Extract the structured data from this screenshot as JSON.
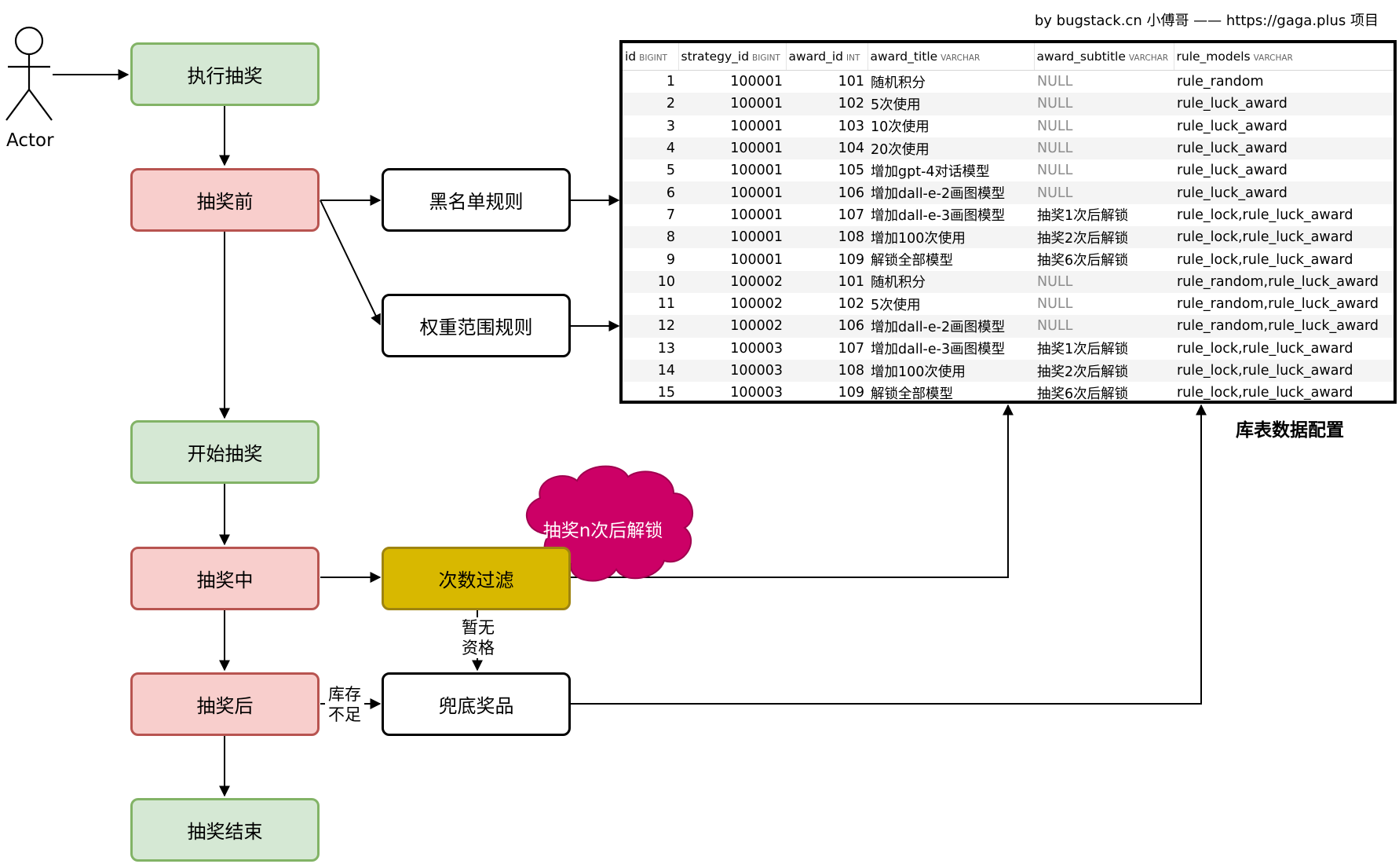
{
  "credit": "by bugstack.cn 小傅哥 —— https://gaga.plus 项目",
  "actor": {
    "label": "Actor"
  },
  "flow": {
    "execute": "执行抽奖",
    "before": "抽奖前",
    "start": "开始抽奖",
    "during": "抽奖中",
    "after": "抽奖后",
    "end": "抽奖结束"
  },
  "rules": {
    "blacklist": "黑名单规则",
    "weight_range": "权重范围规则",
    "count_filter": "次数过滤",
    "fallback_prize": "兜底奖品"
  },
  "cloud": {
    "label": "抽奖n次后解锁"
  },
  "edge_labels": {
    "no_qualification": [
      "暂无",
      "资格"
    ],
    "out_of_stock": [
      "库存",
      "不足"
    ]
  },
  "table": {
    "caption": "库表数据配置",
    "columns": [
      {
        "name": "id",
        "type": "BIGINT"
      },
      {
        "name": "strategy_id",
        "type": "BIGINT"
      },
      {
        "name": "award_id",
        "type": "INT"
      },
      {
        "name": "award_title",
        "type": "VARCHAR"
      },
      {
        "name": "award_subtitle",
        "type": "VARCHAR"
      },
      {
        "name": "rule_models",
        "type": "VARCHAR"
      }
    ],
    "rows": [
      [
        "1",
        "100001",
        "101",
        "随机积分",
        "NULL",
        "rule_random"
      ],
      [
        "2",
        "100001",
        "102",
        "5次使用",
        "NULL",
        "rule_luck_award"
      ],
      [
        "3",
        "100001",
        "103",
        "10次使用",
        "NULL",
        "rule_luck_award"
      ],
      [
        "4",
        "100001",
        "104",
        "20次使用",
        "NULL",
        "rule_luck_award"
      ],
      [
        "5",
        "100001",
        "105",
        "增加gpt-4对话模型",
        "NULL",
        "rule_luck_award"
      ],
      [
        "6",
        "100001",
        "106",
        "增加dall-e-2画图模型",
        "NULL",
        "rule_luck_award"
      ],
      [
        "7",
        "100001",
        "107",
        "增加dall-e-3画图模型",
        "抽奖1次后解锁",
        "rule_lock,rule_luck_award"
      ],
      [
        "8",
        "100001",
        "108",
        "增加100次使用",
        "抽奖2次后解锁",
        "rule_lock,rule_luck_award"
      ],
      [
        "9",
        "100001",
        "109",
        "解锁全部模型",
        "抽奖6次后解锁",
        "rule_lock,rule_luck_award"
      ],
      [
        "10",
        "100002",
        "101",
        "随机积分",
        "NULL",
        "rule_random,rule_luck_award"
      ],
      [
        "11",
        "100002",
        "102",
        "5次使用",
        "NULL",
        "rule_random,rule_luck_award"
      ],
      [
        "12",
        "100002",
        "106",
        "增加dall-e-2画图模型",
        "NULL",
        "rule_random,rule_luck_award"
      ],
      [
        "13",
        "100003",
        "107",
        "增加dall-e-3画图模型",
        "抽奖1次后解锁",
        "rule_lock,rule_luck_award"
      ],
      [
        "14",
        "100003",
        "108",
        "增加100次使用",
        "抽奖2次后解锁",
        "rule_lock,rule_luck_award"
      ],
      [
        "15",
        "100003",
        "109",
        "解锁全部模型",
        "抽奖6次后解锁",
        "rule_lock,rule_luck_award"
      ]
    ]
  },
  "colors": {
    "green_fill": "#d5e8d4",
    "green_border": "#82b366",
    "red_fill": "#f8cecc",
    "red_border": "#b85450",
    "gold_fill": "#d8b800",
    "cloud_fill": "#cc0066"
  }
}
